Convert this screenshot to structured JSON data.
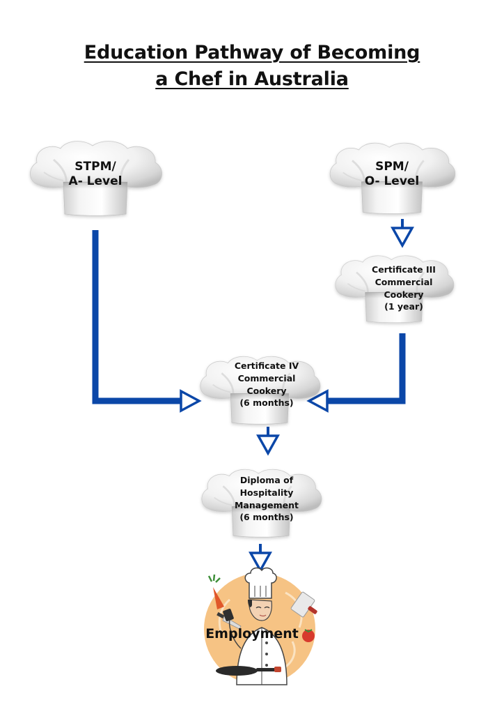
{
  "title": {
    "line1": "Education Pathway of Becoming",
    "line2": "a Chef in Australia"
  },
  "nodes": {
    "stpm": {
      "lines": [
        "STPM/",
        "A- Level"
      ]
    },
    "spm": {
      "lines": [
        "SPM/",
        "O- Level"
      ]
    },
    "cert3": {
      "lines": [
        "Certificate III",
        "Commercial",
        "Cookery",
        "(1 year)"
      ]
    },
    "cert4": {
      "lines": [
        "Certificate IV",
        "Commercial",
        "Cookery",
        "(6 months)"
      ]
    },
    "diploma": {
      "lines": [
        "Diploma of",
        "Hospitality",
        "Management",
        "(6 months)"
      ]
    },
    "employment": {
      "label": "Employment"
    }
  },
  "icons": {
    "hat": "chef-hat-icon",
    "chef": "chef-illustration-icon",
    "carrot": "carrot-icon",
    "knife": "cleaver-icon",
    "tomato": "tomato-icon",
    "pan": "frying-pan-icon"
  },
  "colors": {
    "connector": "#0b47a8",
    "arrow_fill": "#ffffff",
    "hat_light": "#f7f7f7",
    "hat_shadow": "#b9b9b9",
    "employment_circle": "#f6c384",
    "text": "#111111"
  }
}
